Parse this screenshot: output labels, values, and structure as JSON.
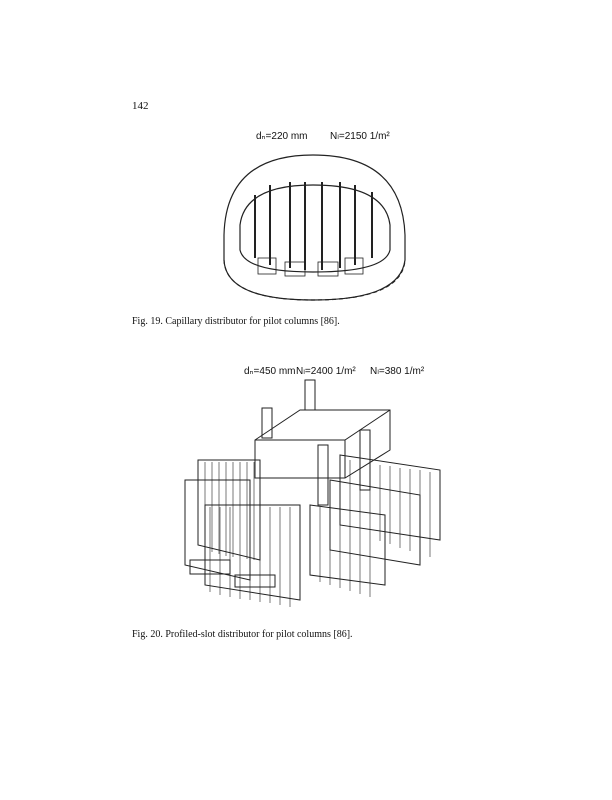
{
  "page_number": "142",
  "figure19": {
    "label_dc": "dₙ=220 mm",
    "label_n": "Nₗ=2150 1/m²",
    "caption": "Fig. 19. Capillary distributor for pilot columns [86]."
  },
  "figure20": {
    "label_dc": "dₙ=450 mm",
    "label_n1": "Nₗ=2400 1/m²",
    "label_n2": "Nₗ=380 1/m²",
    "caption": "Fig. 20. Profiled-slot distributor for pilot columns [86]."
  }
}
